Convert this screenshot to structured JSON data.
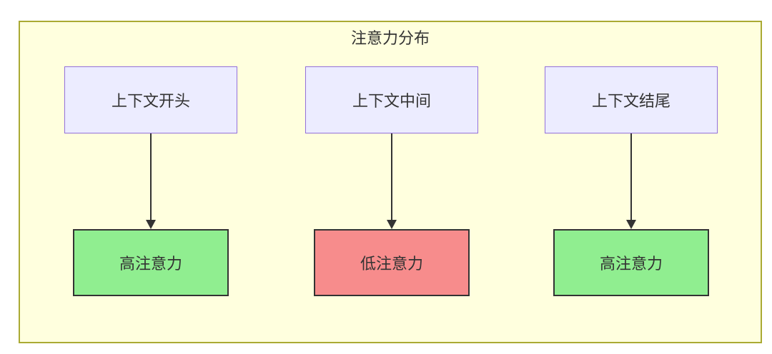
{
  "diagram": {
    "title": "注意力分布",
    "type": "flowchart",
    "colors": {
      "canvas_bg": "#ffffff",
      "container_bg": "#ffffde",
      "container_border": "#aaaa33",
      "source_node_bg": "#ececff",
      "source_node_border": "#9370db",
      "high_attention_bg": "#90ee90",
      "low_attention_bg": "#f78c8c",
      "result_node_border": "#333333",
      "arrow": "#333333",
      "text": "#333333"
    },
    "flows": [
      {
        "source": "上下文开头",
        "target": "高注意力",
        "level": "high"
      },
      {
        "source": "上下文中间",
        "target": "低注意力",
        "level": "low"
      },
      {
        "source": "上下文结尾",
        "target": "高注意力",
        "level": "high"
      }
    ]
  }
}
